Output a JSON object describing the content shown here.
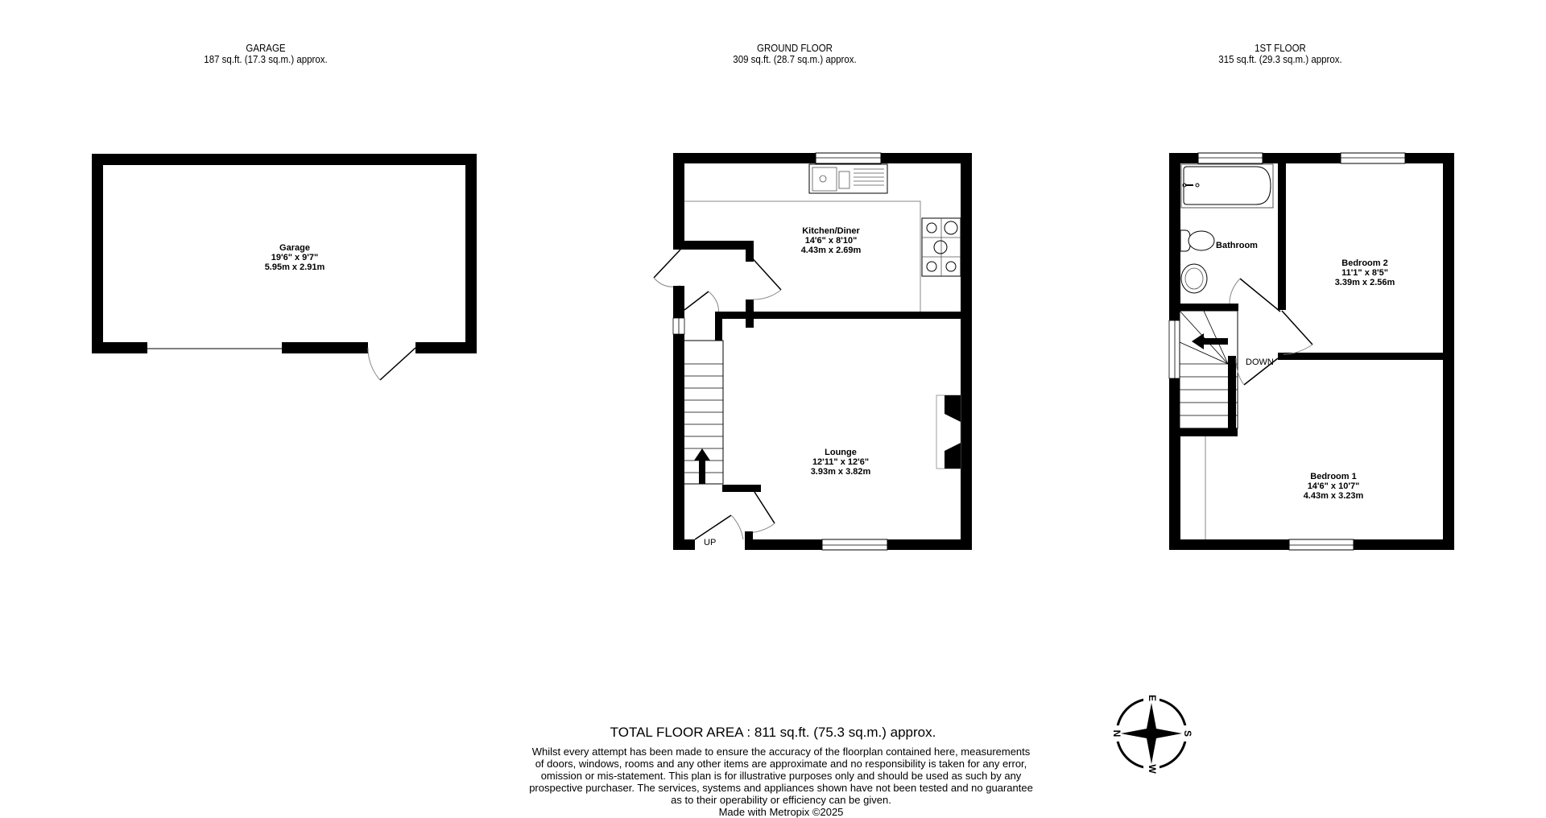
{
  "floors": [
    {
      "name": "GARAGE",
      "area": "187 sq.ft. (17.3 sq.m.) approx."
    },
    {
      "name": "GROUND FLOOR",
      "area": "309 sq.ft. (28.7 sq.m.) approx."
    },
    {
      "name": "1ST FLOOR",
      "area": "315 sq.ft. (29.3 sq.m.) approx."
    }
  ],
  "rooms": {
    "garage": {
      "name": "Garage",
      "imperial": "19'6\"  x 9'7\"",
      "metric": "5.95m  x 2.91m"
    },
    "kitchen": {
      "name": "Kitchen/Diner",
      "imperial": "14'6\"  x 8'10\"",
      "metric": "4.43m  x 2.69m"
    },
    "lounge": {
      "name": "Lounge",
      "imperial": "12'11\"  x 12'6\"",
      "metric": "3.93m  x 3.82m"
    },
    "bathroom": {
      "name": "Bathroom"
    },
    "bedroom2": {
      "name": "Bedroom 2",
      "imperial": "11'1\"  x 8'5\"",
      "metric": "3.39m  x 2.56m"
    },
    "bedroom1": {
      "name": "Bedroom 1",
      "imperial": "14'6\"  x 10'7\"",
      "metric": "4.43m  x 3.23m"
    }
  },
  "stairs": {
    "up_label": "UP",
    "down_label": "DOWN"
  },
  "total_area": "TOTAL FLOOR AREA : 811 sq.ft. (75.3 sq.m.) approx.",
  "disclaimer": [
    "Whilst every attempt has been made to ensure the accuracy of the floorplan contained here, measurements",
    "of doors, windows, rooms and any other items are approximate and no responsibility is taken for any error,",
    "omission or mis-statement. This plan is for illustrative purposes only and should be used as such by any",
    "prospective purchaser. The services, systems and appliances shown have not been tested and no guarantee",
    "as to their operability or efficiency can be given.",
    "Made with Metropix ©2025"
  ],
  "compass": {
    "labels": {
      "north": "N",
      "east": "E",
      "south": "S",
      "west": "W"
    }
  },
  "colors": {
    "wall": "#000000",
    "fixture_line": "#555555",
    "background": "#ffffff"
  }
}
